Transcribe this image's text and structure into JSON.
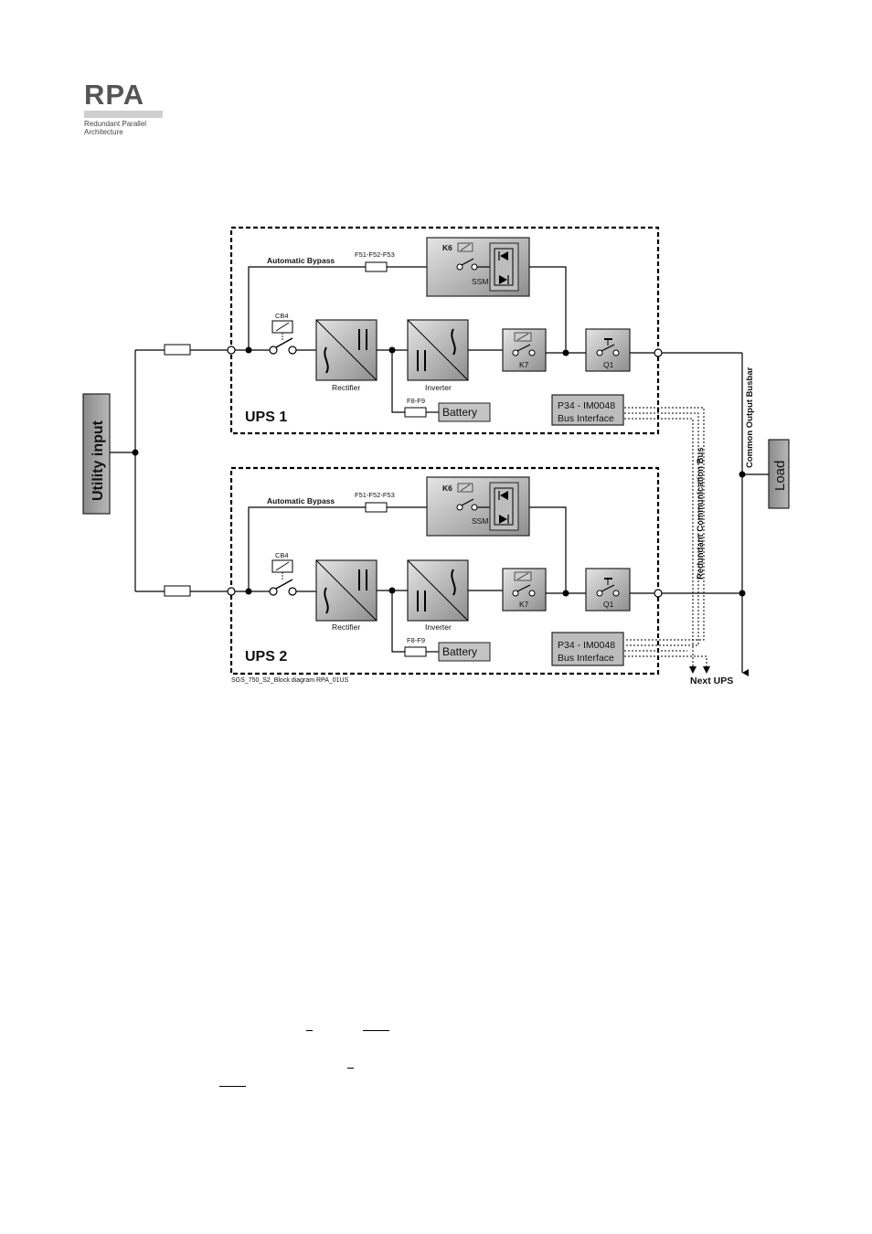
{
  "logo": {
    "text": "RPA",
    "subtitle_line1": "Redundant Parallel",
    "subtitle_line2": "Architecture"
  },
  "diagram": {
    "utility_input": "Utility input",
    "load": "Load",
    "common_output_busbar": "Common Output Busbar",
    "redundant_communication_bus": "Redundant Communication Bus",
    "next_ups": "Next UPS",
    "footer_code": "SGS_750_S2_Block diagram RPA_01US",
    "ups": [
      {
        "name": "UPS 1",
        "automatic_bypass": "Automatic Bypass",
        "bypass_fuses": "F51-F52-F53",
        "k6": "K6",
        "ssm": "SSM",
        "cb4": "CB4",
        "rectifier": "Rectifier",
        "inverter": "Inverter",
        "k7": "K7",
        "q1": "Q1",
        "battery_fuses": "F8-F9",
        "battery": "Battery",
        "bus_interface_line1": "P34 - IM0048",
        "bus_interface_line2": "Bus Interface"
      },
      {
        "name": "UPS 2",
        "automatic_bypass": "Automatic Bypass",
        "bypass_fuses": "F51-F52-F53",
        "k6": "K6",
        "ssm": "SSM",
        "cb4": "CB4",
        "rectifier": "Rectifier",
        "inverter": "Inverter",
        "k7": "K7",
        "q1": "Q1",
        "battery_fuses": "F8-F9",
        "battery": "Battery",
        "bus_interface_line1": "P34 - IM0048",
        "bus_interface_line2": "Bus Interface"
      }
    ]
  }
}
